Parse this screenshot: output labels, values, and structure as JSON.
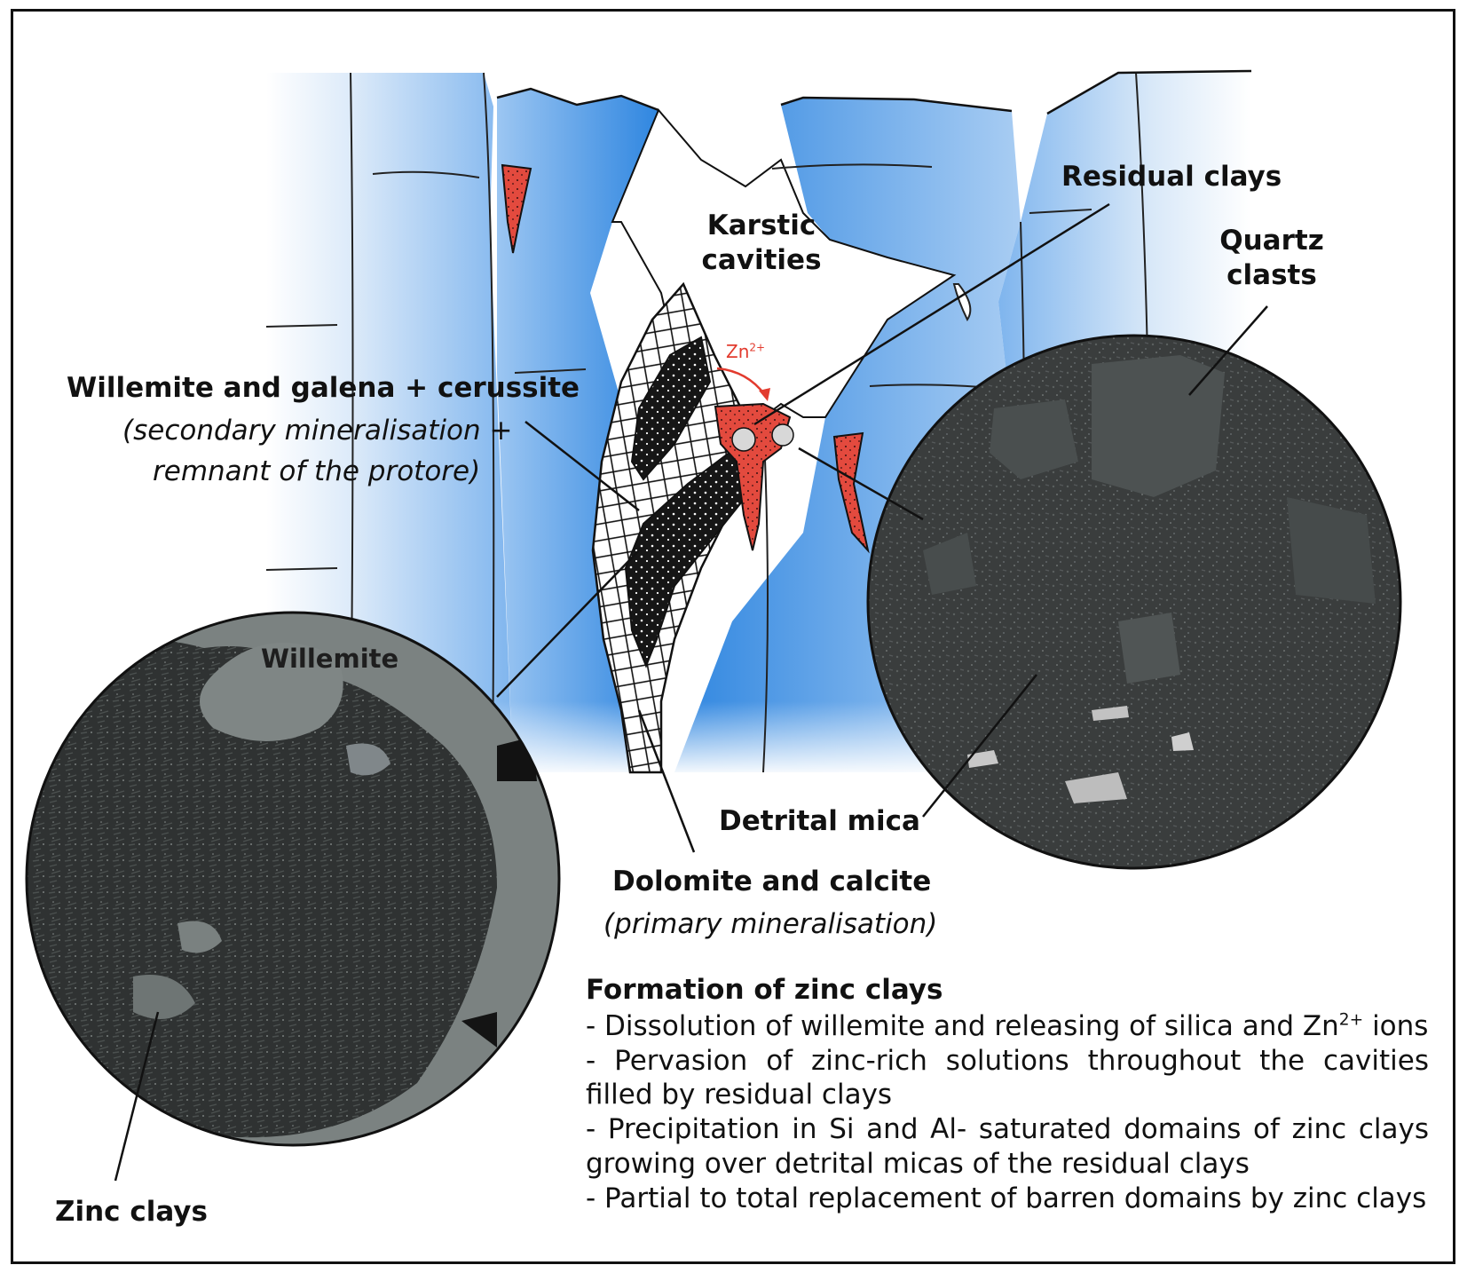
{
  "labels": {
    "residual_clays": "Residual clays",
    "karstic_cavities_line1": "Karstic",
    "karstic_cavities_line2": "cavities",
    "quartz_clasts_line1": "Quartz",
    "quartz_clasts_line2": "clasts",
    "willemite_galena_title": "Willemite and galena + cerussite",
    "willemite_galena_sub1": "(secondary mineralisation +",
    "willemite_galena_sub2": "remnant of the protore)",
    "zn_ion_base": "Zn",
    "zn_ion_charge": "2+",
    "willemite": "Willemite",
    "detrital_mica": "Detrital mica",
    "dolomite_calcite_title": "Dolomite and calcite",
    "dolomite_calcite_sub": "(primary mineralisation)",
    "zinc_clays": "Zinc clays"
  },
  "formation": {
    "title": "Formation of zinc clays",
    "line1_before": "- Dissolution of willemite and releasing of silica and Zn",
    "line1_sup": "2+",
    "line1_after": " ions",
    "line2": "- Pervasion of zinc-rich solutions throughout the cavities",
    "line3": "filled by residual clays",
    "line4": "- Precipitation in Si and Al- saturated domains of zinc clays",
    "line5": "growing over detrital micas of the residual clays",
    "line6": "- Partial to total replacement of barren domains by zinc clays"
  },
  "colors": {
    "rock_light": "#cfe3f8",
    "rock_mid": "#8fbff0",
    "rock_dark": "#3f8ee0",
    "residual_clay": "#e34a3e",
    "mineral_dark": "#1a1a1a",
    "sem_dark": "#2c2e2e",
    "sem_mid": "#6b7170"
  }
}
